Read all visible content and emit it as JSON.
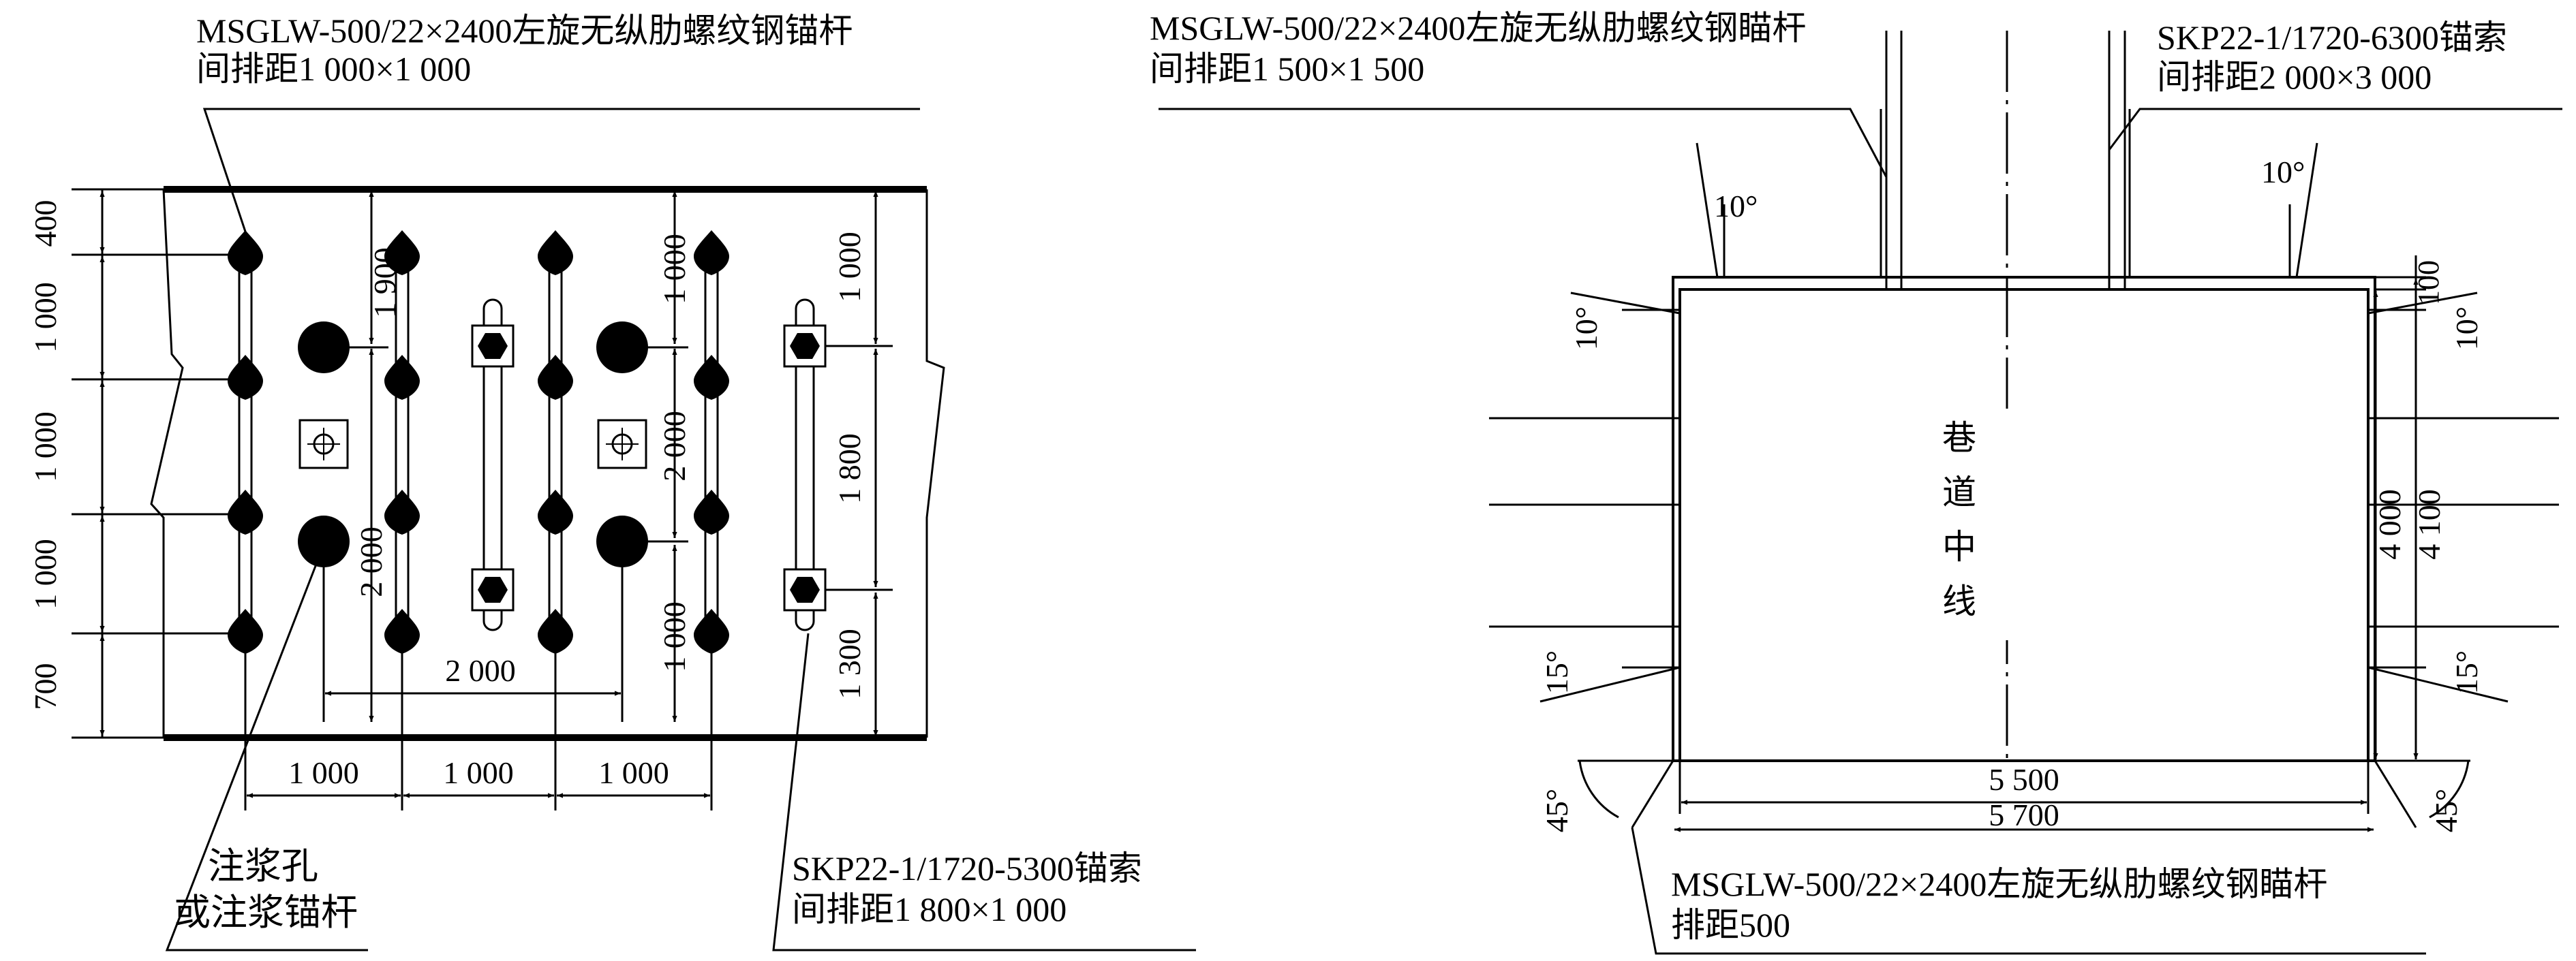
{
  "left_panel": {
    "top_callout_line1": "MSGLW-500/22×2400左旋无纵肋螺纹钢锚杆",
    "top_callout_line2": "间排距1 000×1 000",
    "vertical_dims": [
      "400",
      "1 000",
      "1 000",
      "1 000",
      "700"
    ],
    "horizontal_dims": [
      "1 000",
      "1 000",
      "1 000"
    ],
    "dim_1900": "1 900",
    "dim_2000_left": "2 000",
    "dim_2000_horizontal": "2 000",
    "dim_1000_upper": "1 000",
    "dim_2000_mid": "2 000",
    "dim_1000_lower": "1 000",
    "dim_1000_right": "1 000",
    "dim_1800": "1 800",
    "dim_1300": "1 300",
    "grout_label_line1": "注浆孔",
    "grout_label_line2": "或注浆锚杆",
    "cable_label_line1": "SKP22-1/1720-5300锚索",
    "cable_label_line2": "间排距1 800×1 000"
  },
  "right_panel": {
    "roof_bolt_line1": "MSGLW-500/22×2400左旋无纵肋螺纹钢瞄杆",
    "roof_bolt_line2": "间排距1 500×1 500",
    "cable_line1": "SKP22-1/1720-6300锚索",
    "cable_line2": "间排距2 000×3 000",
    "centerline_chars": [
      "巷",
      "道",
      "中",
      "线"
    ],
    "angles": {
      "top_left": "10°",
      "top_right": "10°",
      "side_left_top": "10°",
      "side_right_top": "10°",
      "side_left_bottom": "15°",
      "side_right_bottom": "15°",
      "bottom_left": "45°",
      "bottom_right": "45°"
    },
    "dim_100": "100",
    "dim_4000": "4 000",
    "dim_4100": "4 100",
    "dim_5500": "5 500",
    "dim_5700": "5 700",
    "bottom_bolt_line1": "MSGLW-500/22×2400左旋无纵肋螺纹钢瞄杆",
    "bottom_bolt_line2": "排距500"
  }
}
